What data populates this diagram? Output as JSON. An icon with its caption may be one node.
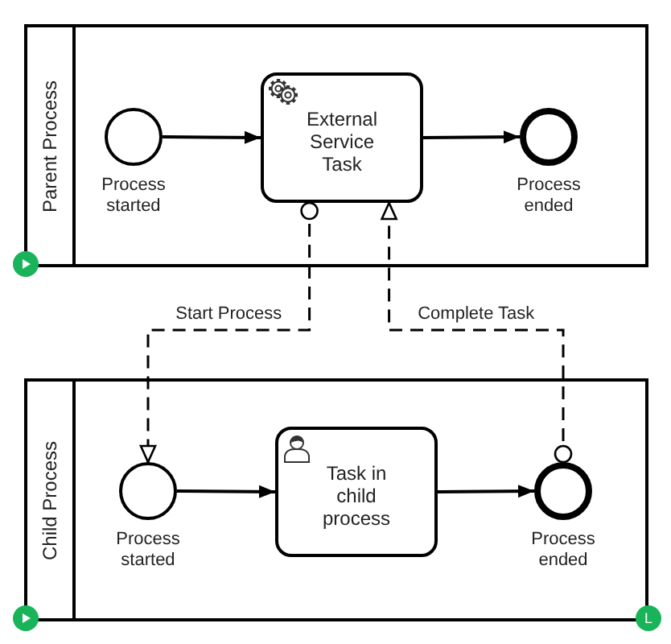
{
  "diagram": {
    "nodes": [
      {
        "text": [
          "Parent Process"
        ]
      },
      {
        "text": [],
        "shape": "circle",
        "beside": [
          "Process started"
        ],
        "in": 0
      },
      {
        "text": [
          "External Service Task"
        ],
        "in": 0
      },
      {
        "text": [],
        "shape": "circle",
        "beside": [
          "Process ended"
        ],
        "in": 0
      },
      {
        "text": [
          "Child Process"
        ]
      },
      {
        "text": [],
        "shape": "circle",
        "beside": [
          "Process started"
        ],
        "in": 4
      },
      {
        "text": [
          "Task in child process"
        ],
        "in": 4
      },
      {
        "text": [],
        "shape": "circle",
        "beside": [
          "Process ended"
        ],
        "in": 4
      }
    ],
    "edges": [
      {
        "from": 1,
        "to": 2,
        "arrow": "to"
      },
      {
        "from": 2,
        "to": 3,
        "arrow": "to"
      },
      {
        "from": 2,
        "to": 5,
        "arrow": "to",
        "label": "Start Process",
        "style": "dashed"
      },
      {
        "from": 7,
        "to": 2,
        "arrow": "to",
        "label": "Complete Task",
        "style": "dashed"
      },
      {
        "from": 5,
        "to": 6,
        "arrow": "to"
      },
      {
        "from": 6,
        "to": 7,
        "arrow": "to"
      }
    ],
    "labels": [
      "L"
    ]
  }
}
